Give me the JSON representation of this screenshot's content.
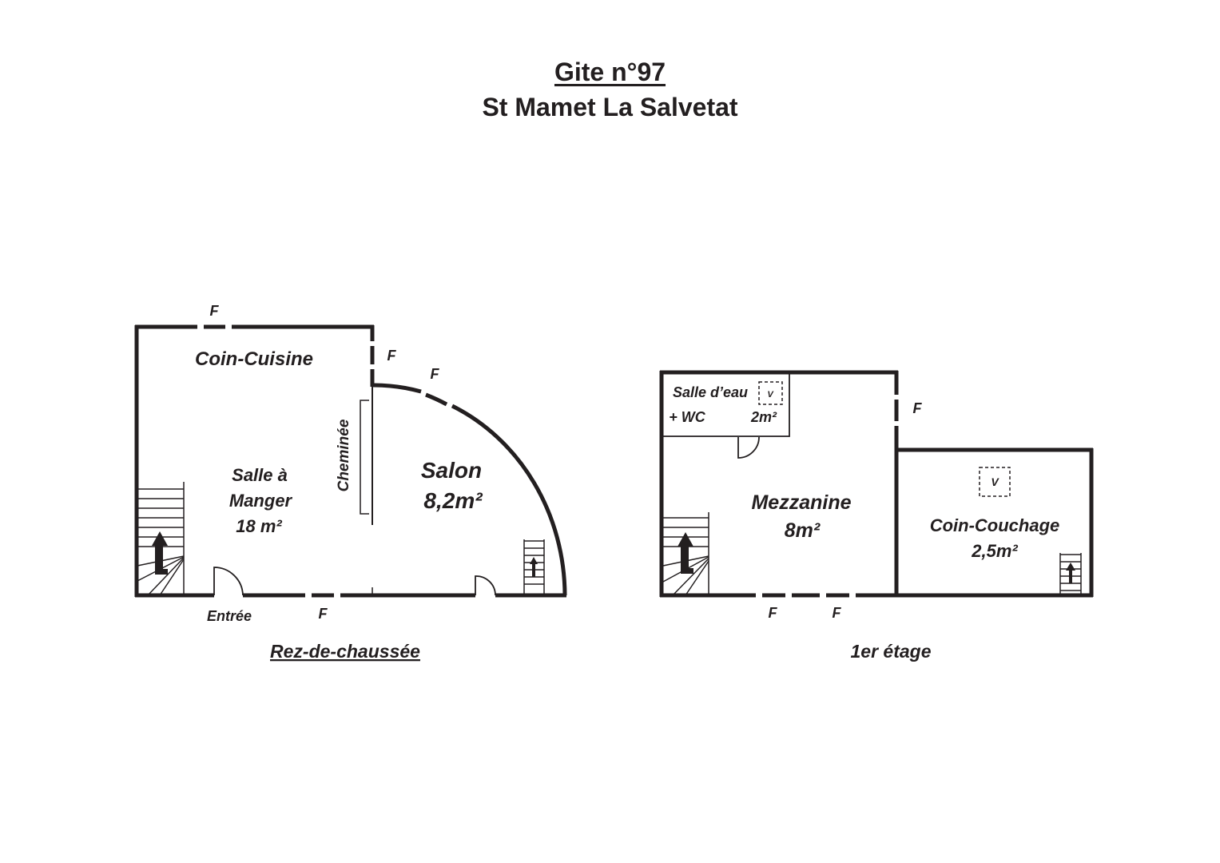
{
  "header": {
    "title": "Gite n°97",
    "subtitle": "St Mamet La Salvetat"
  },
  "ground_floor": {
    "label": "Rez-de-chaussée",
    "rooms": {
      "kitchen": "Coin-Cuisine",
      "dining_line1": "Salle à",
      "dining_line2": "Manger",
      "dining_area": "18 m²",
      "fireplace": "Cheminée",
      "salon": "Salon",
      "salon_area": "8,2m²"
    },
    "entrance": "Entrée",
    "window_marks": [
      "F",
      "F",
      "F",
      "F"
    ]
  },
  "first_floor": {
    "label": "1er étage",
    "rooms": {
      "bathroom_line1": "Salle d’eau",
      "bathroom_line2": "+ WC",
      "bathroom_area": "2m²",
      "mezzanine": "Mezzanine",
      "mezzanine_area": "8m²",
      "sleeping": "Coin-Couchage",
      "sleeping_area": "2,5m²"
    },
    "vent_marks": [
      "V",
      "V"
    ],
    "window_marks": [
      "F",
      "F",
      "F"
    ]
  }
}
